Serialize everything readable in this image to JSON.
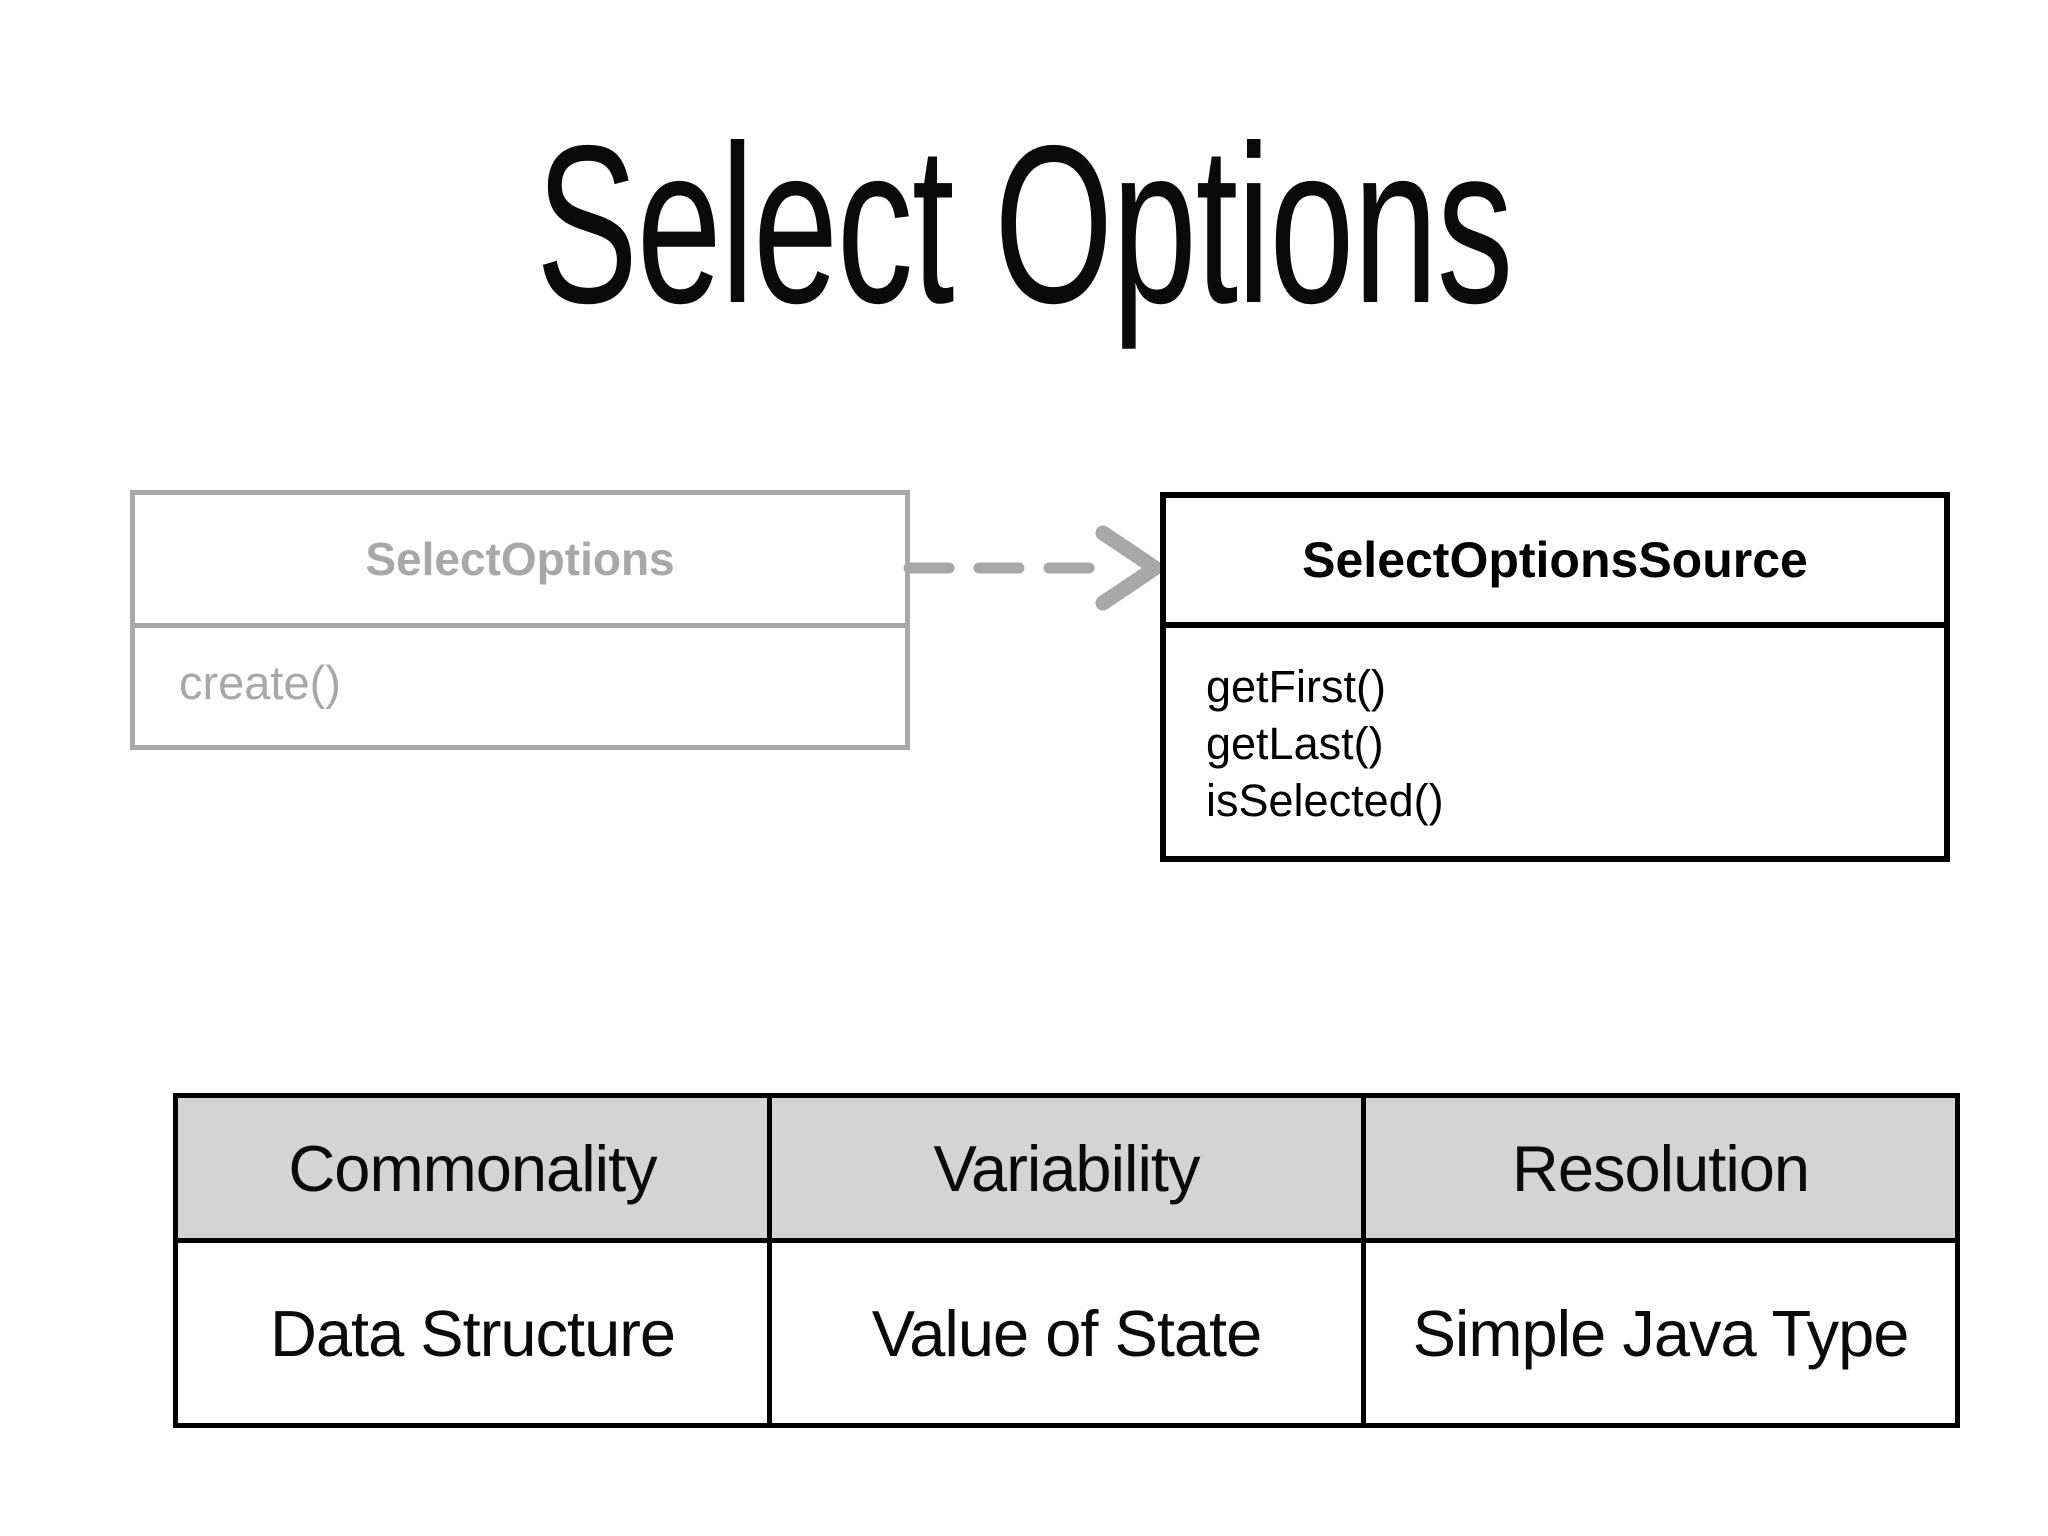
{
  "slide": {
    "title": "Select Options"
  },
  "colors": {
    "ink": "#000000",
    "ghost_gray": "#a8a8a8",
    "table_header_bg": "#d4d4d4",
    "background": "#ffffff"
  },
  "diagram": {
    "classes": [
      {
        "name": "SelectOptions",
        "methods": [
          "create()"
        ],
        "variant": "ghost"
      },
      {
        "name": "SelectOptionsSource",
        "methods": [
          "getFirst()",
          "getLast()",
          "isSelected()"
        ],
        "variant": "solid"
      }
    ],
    "arrow": {
      "type": "dashed-dependency",
      "from": "SelectOptions",
      "to": "SelectOptionsSource"
    }
  },
  "table": {
    "headers": [
      "Commonality",
      "Variability",
      "Resolution"
    ],
    "rows": [
      [
        "Data Structure",
        "Value of State",
        "Simple Java Type"
      ]
    ]
  }
}
